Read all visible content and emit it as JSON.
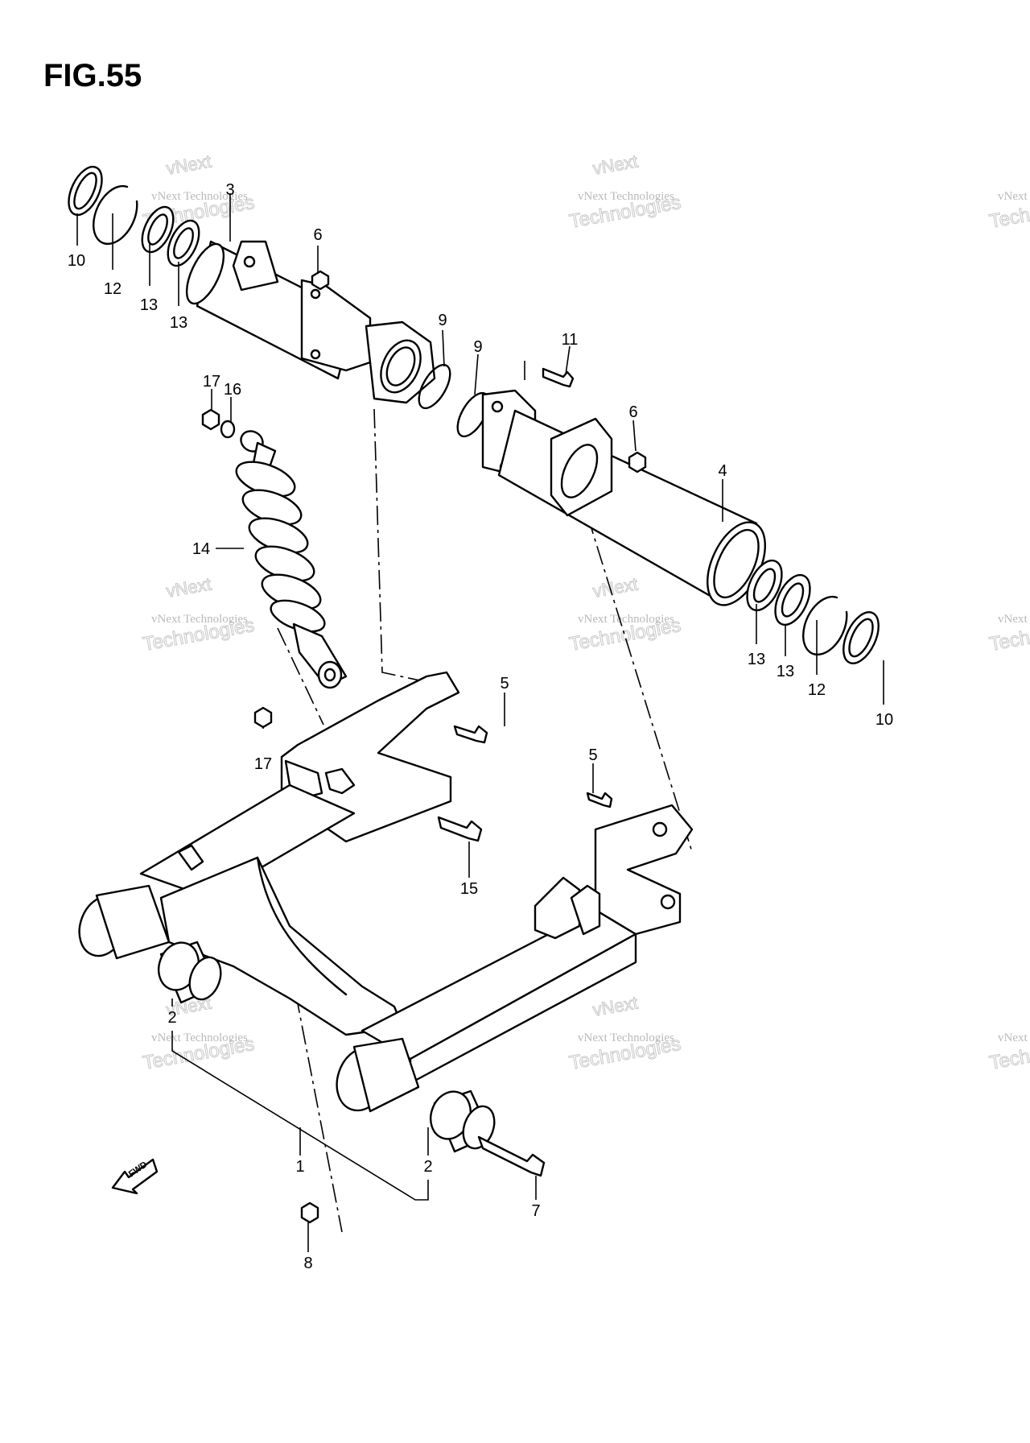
{
  "figure_title": "FIG.55",
  "watermark": {
    "line1": "vNext Technologies",
    "line2": "Technologies",
    "line3": "vNext"
  },
  "fwd_label": "FWD",
  "callouts": [
    {
      "id": "c10a",
      "label": "10"
    },
    {
      "id": "c12a",
      "label": "12"
    },
    {
      "id": "c13a",
      "label": "13"
    },
    {
      "id": "c13b",
      "label": "13"
    },
    {
      "id": "c3",
      "label": "3"
    },
    {
      "id": "c6a",
      "label": "6"
    },
    {
      "id": "c9a",
      "label": "9"
    },
    {
      "id": "c9b",
      "label": "9"
    },
    {
      "id": "c11",
      "label": "11"
    },
    {
      "id": "c6b",
      "label": "6"
    },
    {
      "id": "c17a",
      "label": "17"
    },
    {
      "id": "c16",
      "label": "16"
    },
    {
      "id": "c4",
      "label": "4"
    },
    {
      "id": "c14",
      "label": "14"
    },
    {
      "id": "c13c",
      "label": "13"
    },
    {
      "id": "c13d",
      "label": "13"
    },
    {
      "id": "c12b",
      "label": "12"
    },
    {
      "id": "c10b",
      "label": "10"
    },
    {
      "id": "c5a",
      "label": "5"
    },
    {
      "id": "c17b",
      "label": "17"
    },
    {
      "id": "c5b",
      "label": "5"
    },
    {
      "id": "c15",
      "label": "15"
    },
    {
      "id": "c2a",
      "label": "2"
    },
    {
      "id": "c1",
      "label": "1"
    },
    {
      "id": "c2b",
      "label": "2"
    },
    {
      "id": "c7",
      "label": "7"
    },
    {
      "id": "c8",
      "label": "8"
    }
  ]
}
